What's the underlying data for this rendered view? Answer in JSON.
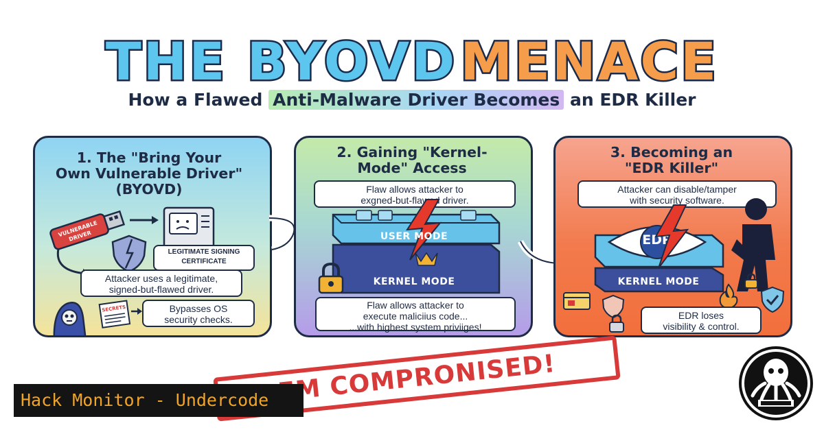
{
  "header": {
    "title_part1": "THE BYOVD",
    "title_part2": "MENACE",
    "subtitle_pre": "How a Flawed",
    "subtitle_highlight": "Anti-Malware Driver Becomes",
    "subtitle_post": "an EDR Killer"
  },
  "panel1": {
    "title_line1": "1. The \"Bring Your",
    "title_line2": "Own Vulnerable Driver\"",
    "title_line3": "(BYOVD)",
    "usb_label_line1": "VULNERABLE",
    "usb_label_line2": "DRIVER",
    "cert_label_line1": "LEGITIMATE SIGNING",
    "cert_label_line2": "CERTIFICATE",
    "callout1_line1": "Attacker uses a legitimate,",
    "callout1_line2": "signed-but-flawed driver.",
    "doc_label": "SECRETS",
    "callout2_line1": "Bypasses OS",
    "callout2_line2": "security checks."
  },
  "panel2": {
    "title_line1": "2. Gaining \"Kernel-",
    "title_line2": "Mode\" Access",
    "callout1_line1": "Flaw allows attacker to",
    "callout1_line2": "exgned-but-flawed driver.",
    "user_mode": "USER MODE",
    "kernel_mode": "KERNEL MODE",
    "callout2_line1": "Flaw allows attacker to",
    "callout2_line2": "execute maliciius code...",
    "callout2_line3": "...with highest system priviiges!"
  },
  "panel3": {
    "title_line1": "3. Becoming an",
    "title_line2": "\"EDR Killer\"",
    "callout1_line1": "Attacker can disable/tamper",
    "callout1_line2": "with security software.",
    "edr": "EDR",
    "kernel_mode": "KERNEL MODE",
    "callout2_line1": "EDR loses",
    "callout2_line2": "visibility & control."
  },
  "stamp": {
    "text": "EM COMPRONISED!"
  },
  "brand": {
    "text": "Hack Monitor - Undercode"
  },
  "colors": {
    "title_blue": "#5cc6ee",
    "title_orange": "#f59d4a",
    "outline": "#1e2b45",
    "stamp_red": "#d83a3a",
    "brand_orange": "#f0a428",
    "lightning": "#e53a2b"
  }
}
